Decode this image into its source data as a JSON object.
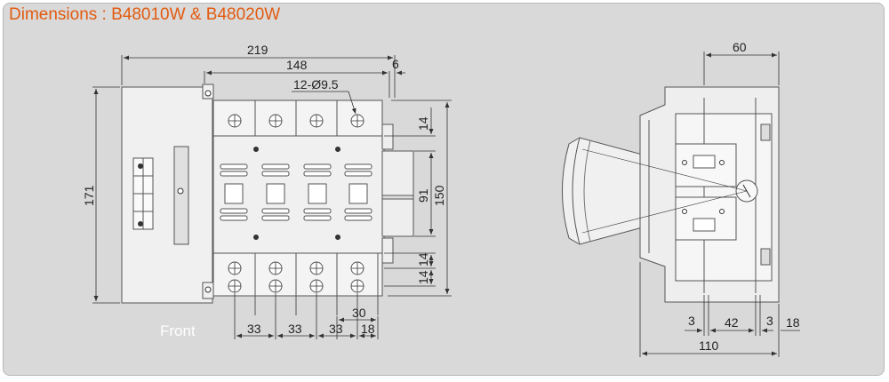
{
  "title": "Dimensions : B48010W & B48020W",
  "front_label": "Front",
  "front_view": {
    "width_overall": "219",
    "width_body": "148",
    "offset_right": "6",
    "holes": "12-Ø9.5",
    "height_overall": "171",
    "height_body": "150",
    "height_center": "91",
    "terminal_top": "14",
    "terminal_bottom_a": "14",
    "terminal_bottom_b": "14",
    "pitch_1": "33",
    "pitch_2": "33",
    "pitch_3": "33",
    "terminal_width": "30",
    "terminal_edge": "18"
  },
  "side_view": {
    "depth_top": "60",
    "depth_overall": "110",
    "gap_left": "3",
    "center_span": "42",
    "gap_right": "3",
    "right_edge": "18"
  },
  "colors": {
    "title": "#e25b10",
    "panel": "#d9d9d9",
    "body": "#f0f0f0"
  }
}
